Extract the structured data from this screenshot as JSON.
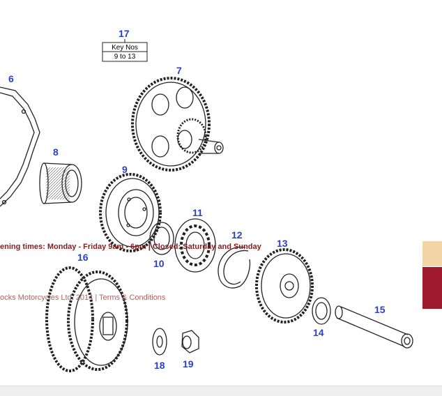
{
  "diagram": {
    "key_box": {
      "title": "Key Nos",
      "range": "9 to 13"
    },
    "callouts": [
      "6",
      "7",
      "8",
      "9",
      "10",
      "11",
      "12",
      "13",
      "14",
      "15",
      "16",
      "17",
      "18",
      "19"
    ]
  },
  "overlay": {
    "opening_hours": "ening times: Monday - Friday 9am - 6pm | Closed: Saturday and Sunday",
    "footer": "ocks Motorcycles Ltd. 2014 | Terms & Conditions"
  },
  "colors": {
    "callout": "#2a3fc8",
    "hours_text": "#8b1a1a",
    "tab_light": "#f2d4a6",
    "tab_dark": "#a01a2e"
  }
}
